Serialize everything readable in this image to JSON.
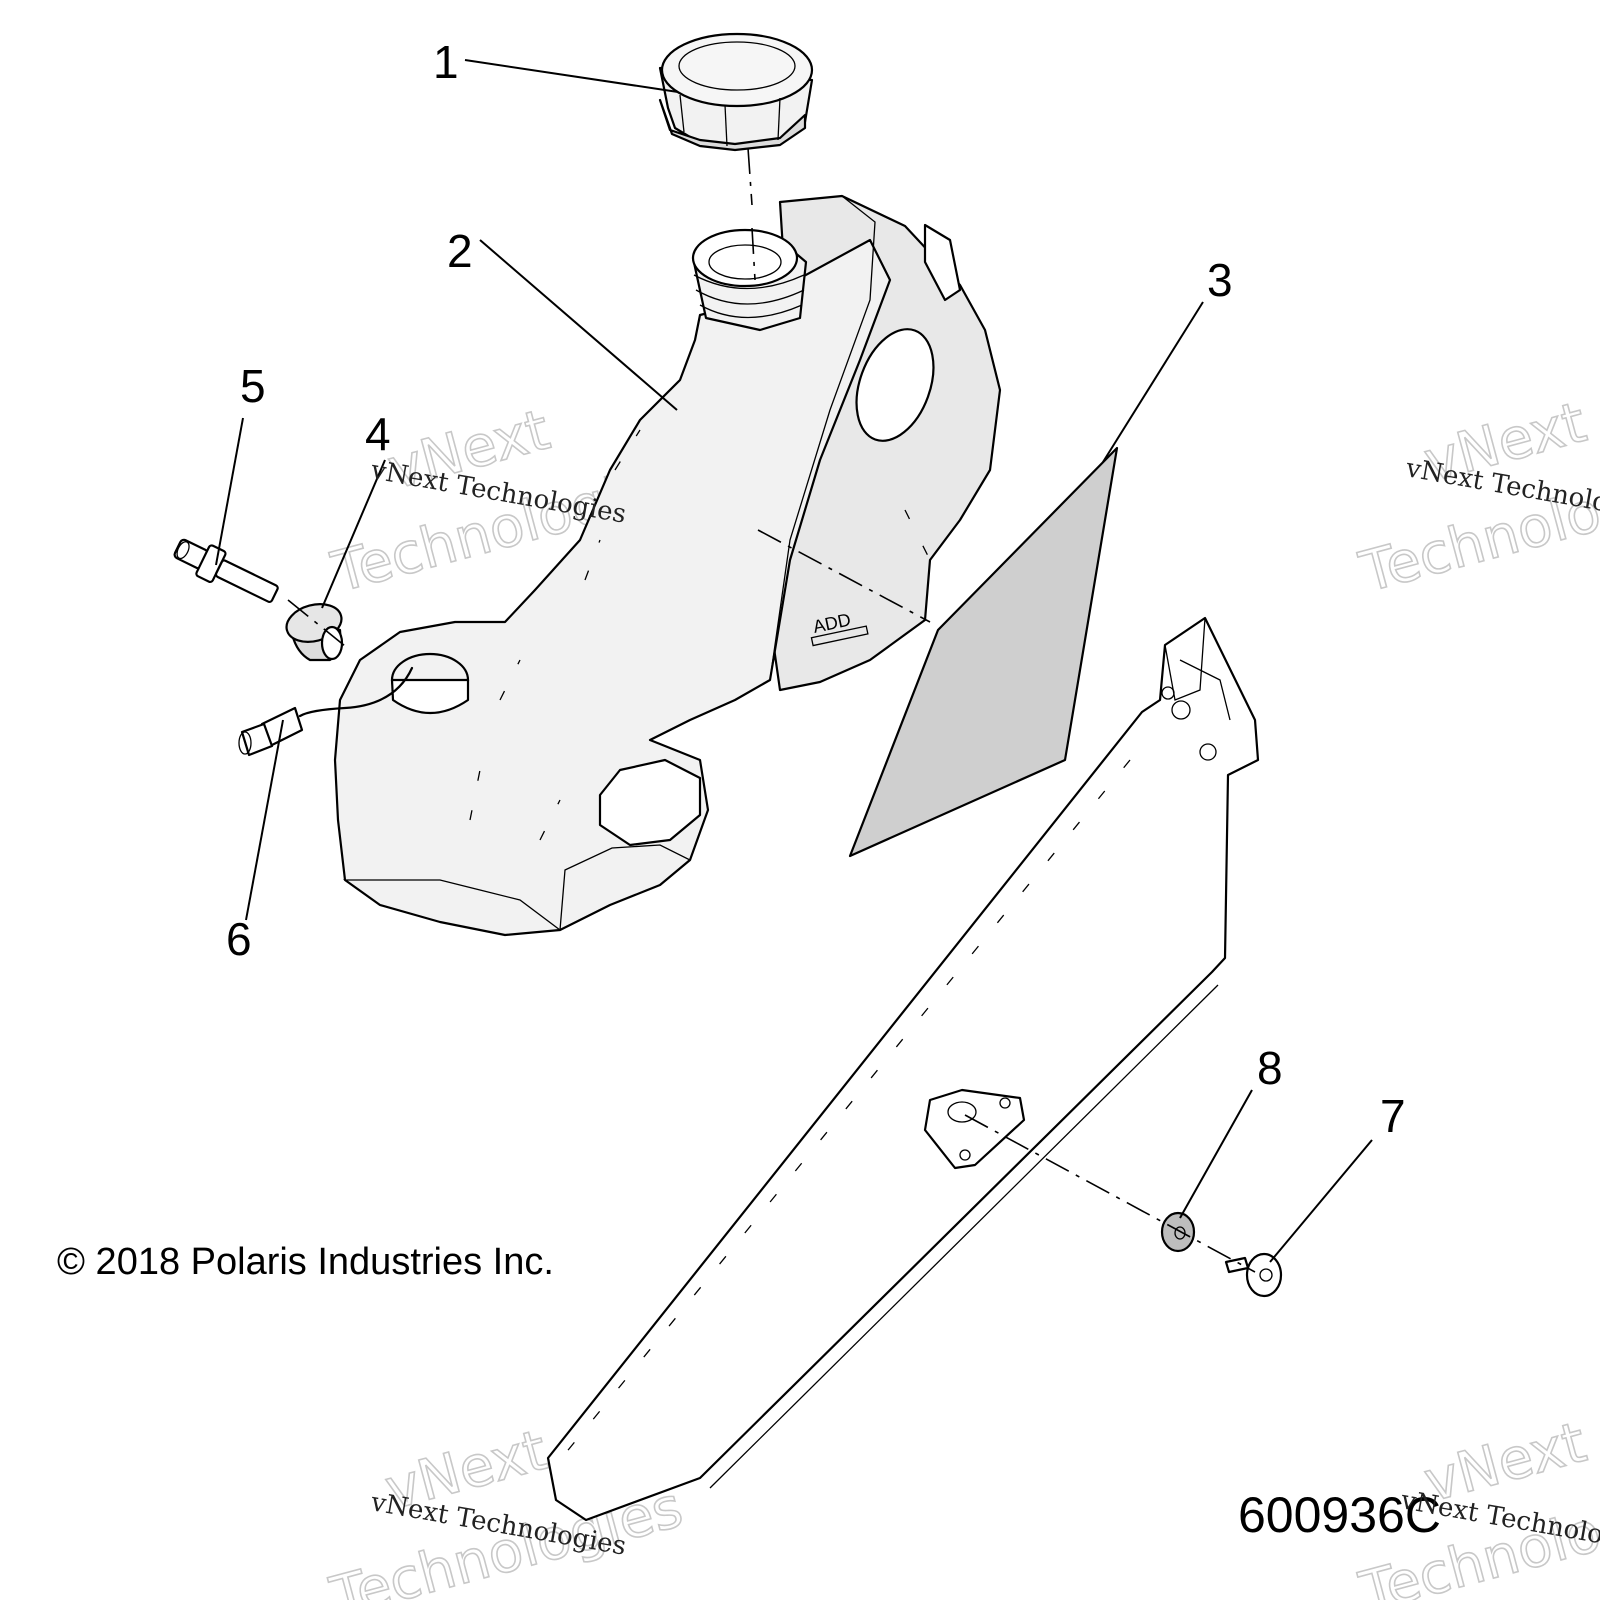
{
  "parts": [
    {
      "id": "1",
      "label": "1"
    },
    {
      "id": "2",
      "label": "2"
    },
    {
      "id": "3",
      "label": "3"
    },
    {
      "id": "4",
      "label": "4"
    },
    {
      "id": "5",
      "label": "5"
    },
    {
      "id": "6",
      "label": "6"
    },
    {
      "id": "7",
      "label": "7"
    },
    {
      "id": "8",
      "label": "8"
    }
  ],
  "tank_embossed_text": "ADD",
  "copyright": "© 2018 Polaris Industries Inc.",
  "drawing_number": "600936C",
  "watermark": {
    "line": "vNext Technologies",
    "big_top": "vNext",
    "big_bottom": "Technologies"
  },
  "colors": {
    "part_fill_light": "#f4f4f4",
    "part_fill_mid": "#e2e2e2",
    "part_fill_dark": "#bdbdbd",
    "panel_fill": "#cfcfcf",
    "watermark_outline": "#c8c8c8"
  }
}
